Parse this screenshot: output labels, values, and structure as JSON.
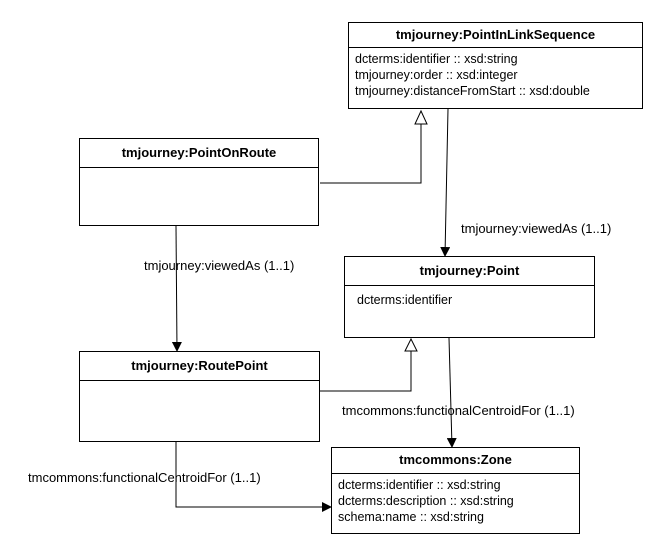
{
  "classes": {
    "point_in_link_sequence": {
      "name": "tmjourney:PointInLinkSequence",
      "attributes": [
        "dcterms:identifier :: xsd:string",
        "tmjourney:order :: xsd:integer",
        "tmjourney:distanceFromStart :: xsd:double"
      ]
    },
    "point_on_route": {
      "name": "tmjourney:PointOnRoute",
      "attributes": []
    },
    "point": {
      "name": "tmjourney:Point",
      "attributes": [
        "dcterms:identifier"
      ]
    },
    "route_point": {
      "name": "tmjourney:RoutePoint",
      "attributes": []
    },
    "zone": {
      "name": "tmcommons:Zone",
      "attributes": [
        "dcterms:identifier :: xsd:string",
        "dcterms:description :: xsd:string",
        "schema:name :: xsd:string"
      ]
    }
  },
  "associations": {
    "pils_viewed_as": "tmjourney:viewedAs (1..1)",
    "por_viewed_as": "tmjourney:viewedAs (1..1)",
    "point_centroid": "tmcommons:functionalCentroidFor (1..1)",
    "routepoint_centroid": "tmcommons:functionalCentroidFor (1..1)"
  }
}
